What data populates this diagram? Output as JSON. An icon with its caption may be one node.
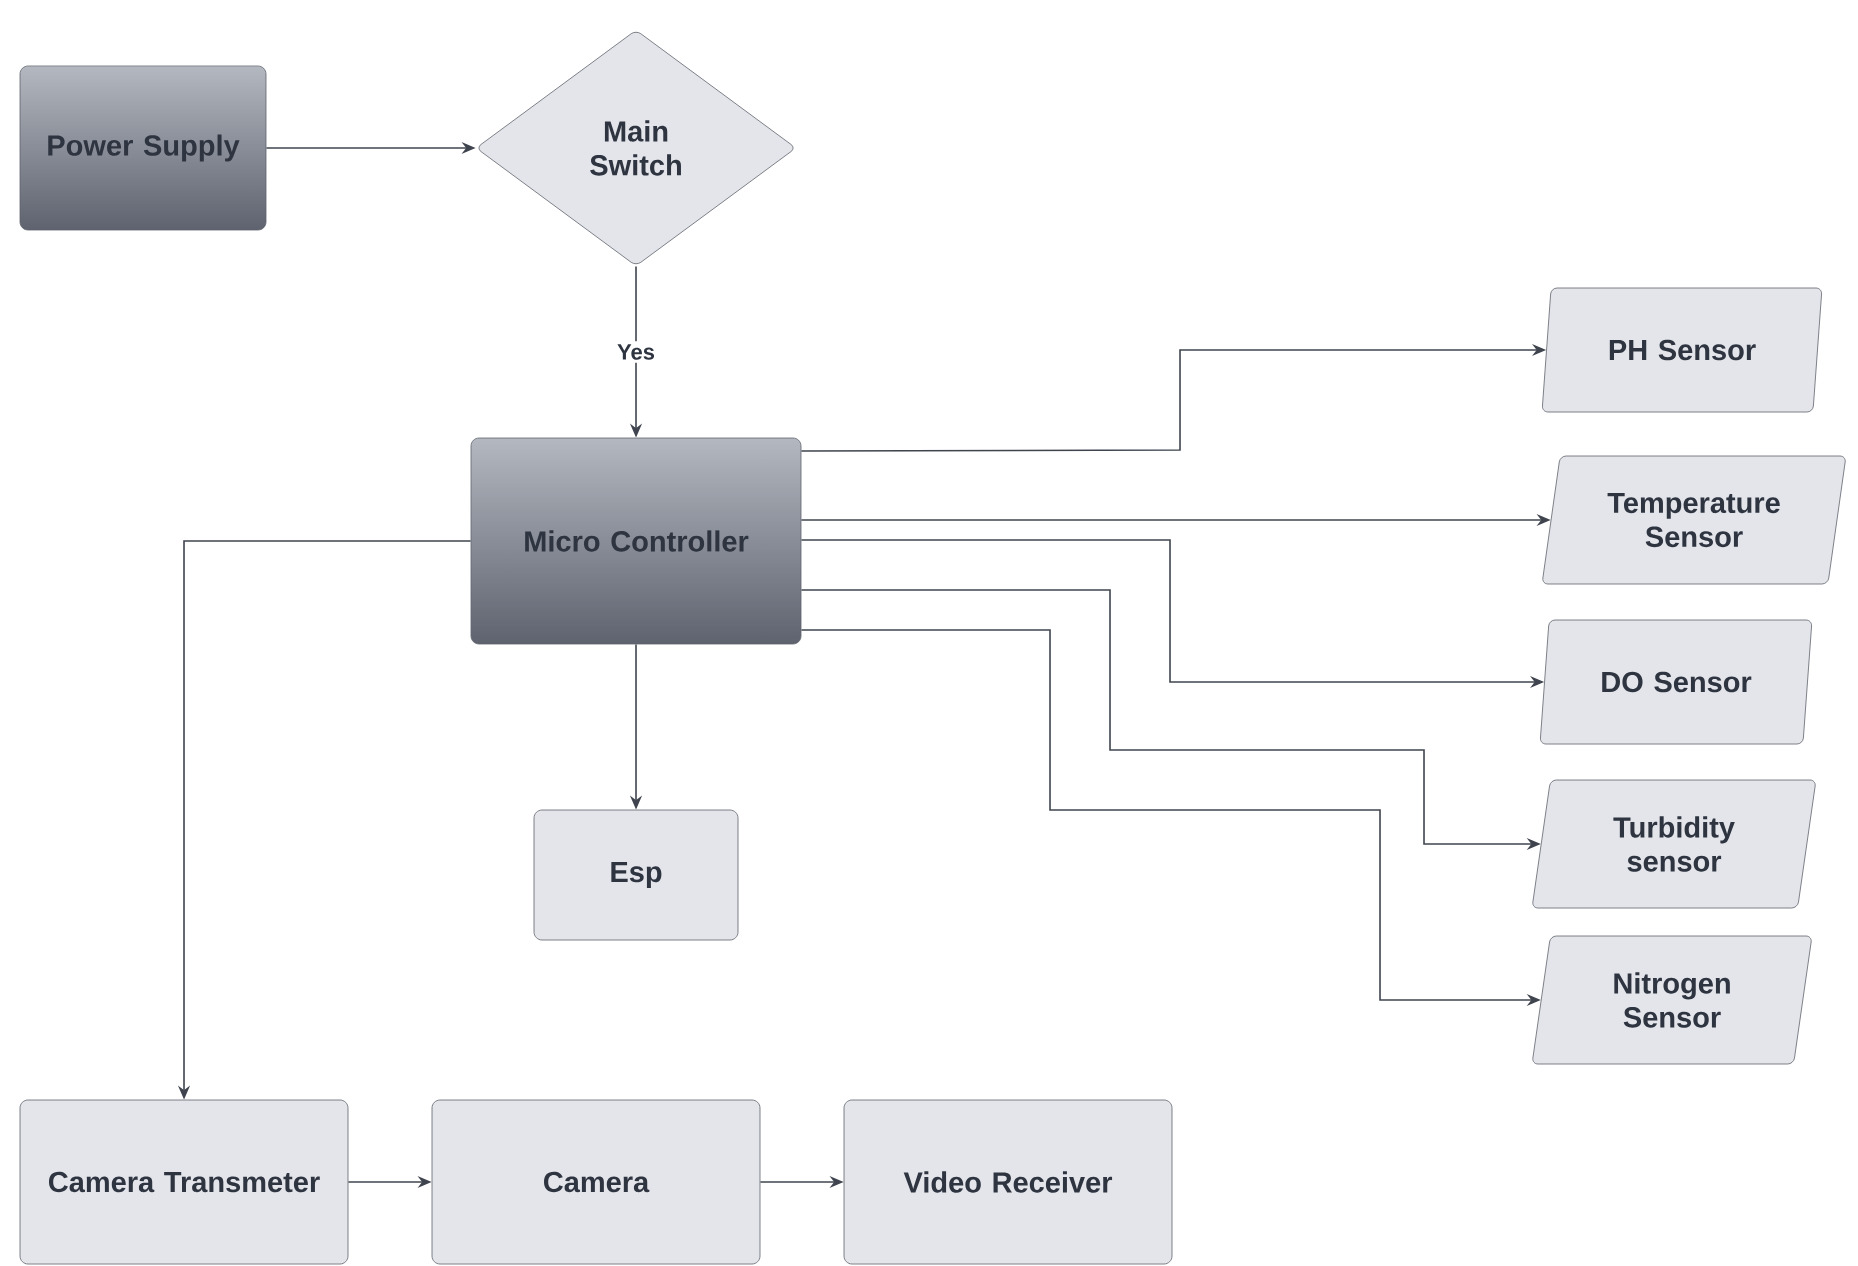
{
  "diagram": {
    "nodes": [
      {
        "text": [
          "Power Supply"
        ]
      },
      {
        "text": [
          "Main Switch"
        ]
      },
      {
        "text": [
          "Micro Controller"
        ]
      },
      {
        "text": [
          "PH Sensor"
        ]
      },
      {
        "text": [
          "Temperature Sensor"
        ]
      },
      {
        "text": [
          "DO Sensor"
        ]
      },
      {
        "text": [
          "Turbidity sensor"
        ]
      },
      {
        "text": [
          "Nitrogen Sensor"
        ]
      },
      {
        "text": [
          "Esp"
        ]
      },
      {
        "text": [
          "Camera Transmeter"
        ]
      },
      {
        "text": [
          "Camera"
        ]
      },
      {
        "text": [
          "Video Receiver"
        ]
      }
    ],
    "edges": [
      {
        "from": 0,
        "to": 1,
        "arrow": "to"
      },
      {
        "from": 1,
        "to": 2,
        "arrow": "to",
        "label": "Yes"
      },
      {
        "from": 2,
        "to": 3,
        "arrow": "to"
      },
      {
        "from": 2,
        "to": 4,
        "arrow": "to"
      },
      {
        "from": 2,
        "to": 5,
        "arrow": "to"
      },
      {
        "from": 2,
        "to": 6,
        "arrow": "to"
      },
      {
        "from": 2,
        "to": 7,
        "arrow": "to"
      },
      {
        "from": 2,
        "to": 8,
        "arrow": "to"
      },
      {
        "from": 2,
        "to": 9,
        "arrow": "to"
      },
      {
        "from": 9,
        "to": 10,
        "arrow": "to"
      },
      {
        "from": 10,
        "to": 11,
        "arrow": "to"
      }
    ]
  }
}
